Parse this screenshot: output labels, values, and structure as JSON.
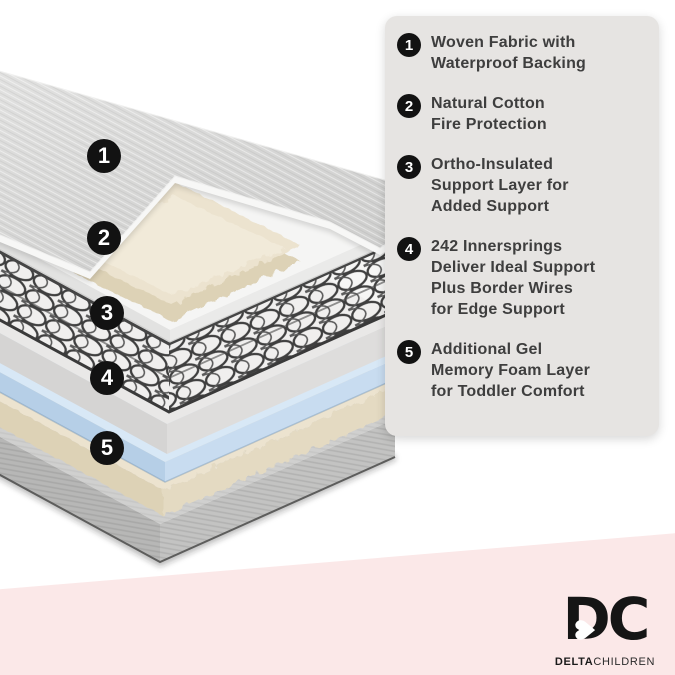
{
  "legend": {
    "items": [
      {
        "number": "1",
        "lines": [
          "Woven Fabric with",
          "Waterproof Backing"
        ]
      },
      {
        "number": "2",
        "lines": [
          "Natural Cotton",
          "Fire Protection"
        ]
      },
      {
        "number": "3",
        "lines": [
          "Ortho-Insulated",
          "Support Layer for",
          "Added Support"
        ]
      },
      {
        "number": "4",
        "lines": [
          "242 Innersprings",
          "Deliver Ideal Support",
          "Plus Border Wires",
          "for Edge Support"
        ]
      },
      {
        "number": "5",
        "lines": [
          "Additional Gel",
          "Memory Foam Layer",
          "for Toddler Comfort"
        ]
      }
    ]
  },
  "diagram": {
    "layers": [
      {
        "badge": "1",
        "name": "woven-fabric-top-sheet"
      },
      {
        "badge": "2",
        "name": "natural-cotton-pad"
      },
      {
        "badge": "3",
        "name": "ortho-insulated-support-board"
      },
      {
        "badge": "4",
        "name": "innerspring-coils"
      },
      {
        "badge": "5",
        "name": "gel-memory-foam-layer"
      }
    ]
  },
  "logo": {
    "dc": "DC",
    "heart_icon": "♥",
    "brand_bold": "DELTA",
    "brand_light": "CHILDREN"
  },
  "colors": {
    "bg": "#ffffff",
    "pink-band": "#fbe8e8",
    "panel-bg": "#e6e4e2",
    "text-dark": "#3e3e3e",
    "badge-bg": "#121212",
    "badge-text": "#ffffff",
    "fabric-gray": "#d7d7d6",
    "cotton-cream": "#ece3cf",
    "gel-blue": "#d8e8f6",
    "spring-wire": "#3f3f3f",
    "base-gray": "#cfcfce",
    "logo-black": "#1a1a1a"
  }
}
